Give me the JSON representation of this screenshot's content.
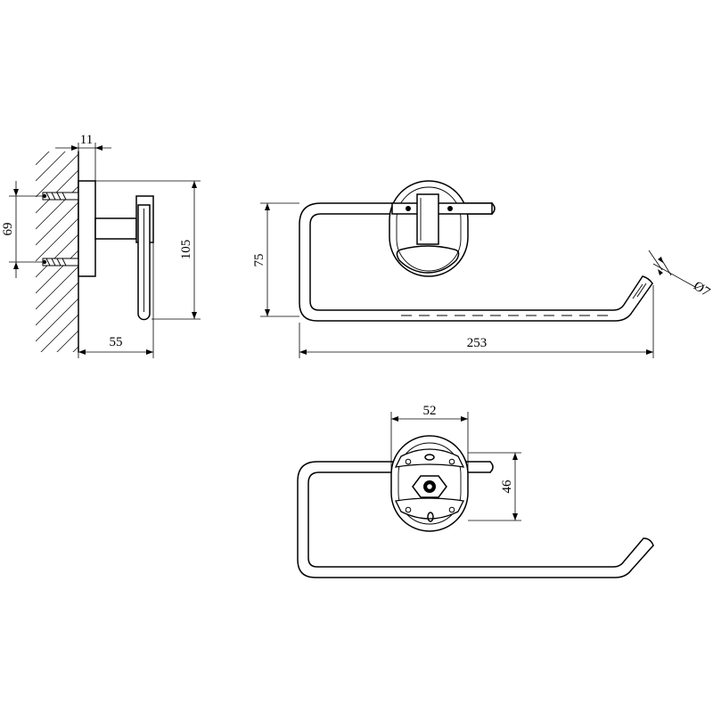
{
  "dimensions": {
    "base_thickness": "11",
    "screw_spacing": "69",
    "overall_height": "105",
    "projection": "55",
    "front_height": "75",
    "overall_length": "253",
    "tube_diameter": "Ø7",
    "plate_width": "52",
    "plate_height": "46"
  },
  "colors": {
    "line": "#000000",
    "background": "#ffffff"
  }
}
